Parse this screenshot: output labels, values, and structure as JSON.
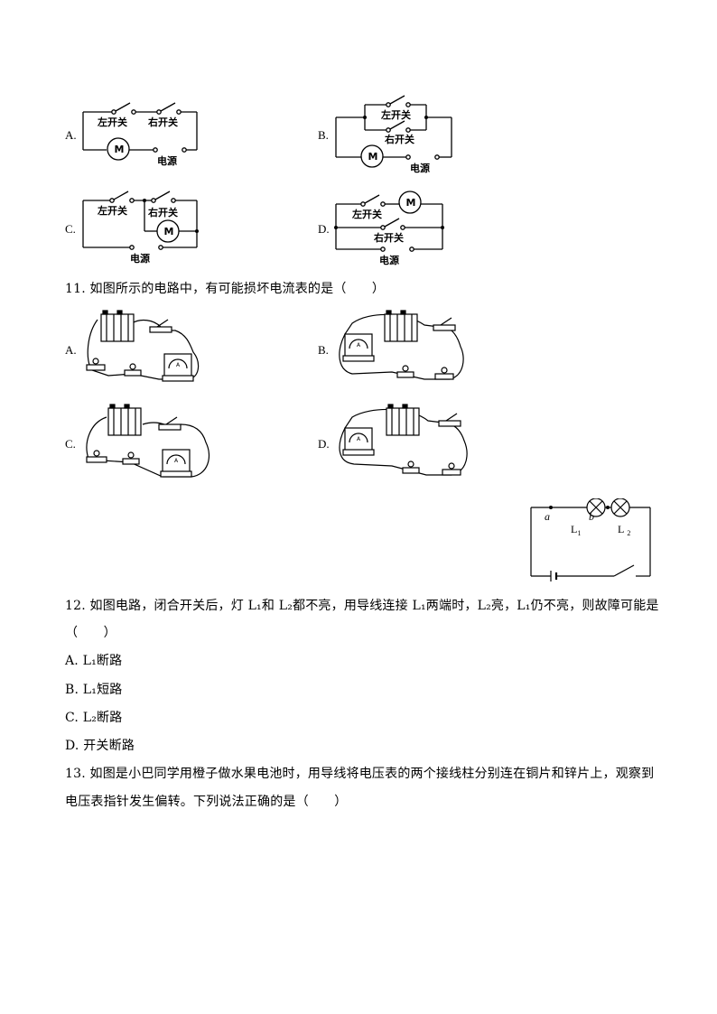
{
  "q10": {
    "options": [
      {
        "letter": "A.",
        "labels": {
          "left": "左开关",
          "right": "右开关",
          "motor": "M",
          "source": "电源"
        }
      },
      {
        "letter": "B.",
        "labels": {
          "left": "左开关",
          "right": "右开关",
          "motor": "M",
          "source": "电源"
        }
      },
      {
        "letter": "C.",
        "labels": {
          "left": "左开关",
          "right": "右开关",
          "motor": "M",
          "source": "电源"
        }
      },
      {
        "letter": "D.",
        "labels": {
          "left": "左开关",
          "right": "右开关",
          "motor": "M",
          "source": "电源"
        }
      }
    ]
  },
  "q11": {
    "question": "11. 如图所示的电路中，有可能损坏电流表的是（　　）",
    "options": [
      "A.",
      "B.",
      "C.",
      "D."
    ],
    "meter_label": "A"
  },
  "q12": {
    "diagram": {
      "point_a": "a",
      "point_b": "b",
      "lamp1": "L",
      "lamp1_sub": "1",
      "lamp2": "L",
      "lamp2_sub": "2"
    },
    "question_line1": "12. 如图电路，闭合开关后，灯 L₁和 L₂都不亮，用导线连接 L₁两端时，L₂亮，L₁仍不亮，则故障可能是",
    "question_line2": "（　　）",
    "options": [
      {
        "letter": "A.",
        "text": "L₁断路"
      },
      {
        "letter": "B.",
        "text": "L₁短路"
      },
      {
        "letter": "C.",
        "text": "L₂断路"
      },
      {
        "letter": "D.",
        "text": "开关断路"
      }
    ]
  },
  "q13": {
    "question_line1": "13. 如图是小巴同学用橙子做水果电池时，用导线将电压表的两个接线柱分别连在铜片和锌片上，观察到",
    "question_line2": "电压表指针发生偏转。下列说法正确的是（　　）"
  }
}
